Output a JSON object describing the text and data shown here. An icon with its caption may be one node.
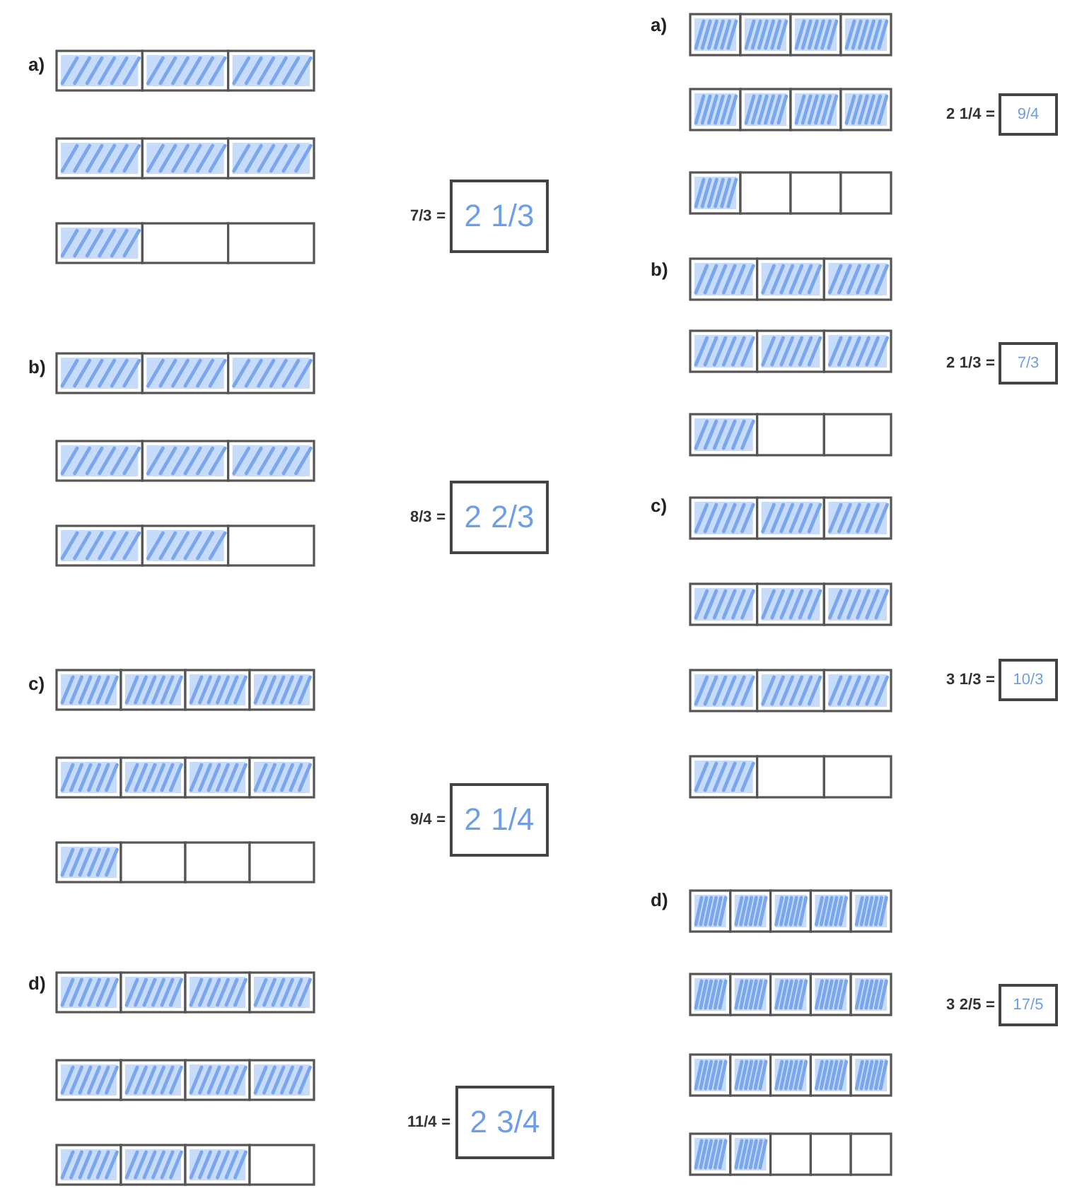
{
  "diagram": {
    "nodes": [
      {
        "text": [
          "2 1/3"
        ],
        "beside": [
          "7/3 ="
        ]
      },
      {
        "text": [
          "2 2/3"
        ],
        "beside": [
          "8/3 ="
        ]
      },
      {
        "text": [
          "2 1/4"
        ],
        "beside": [
          "9/4 ="
        ]
      },
      {
        "text": [
          "2 3/4"
        ],
        "beside": [
          "11/4 ="
        ]
      },
      {
        "text": [
          "9/4"
        ],
        "beside": [
          "2 1/4 ="
        ]
      },
      {
        "text": [
          "7/3"
        ],
        "beside": [
          "2 1/3 ="
        ]
      },
      {
        "text": [
          "10/3"
        ],
        "beside": [
          "3 1/3 ="
        ]
      },
      {
        "text": [
          "17/5"
        ],
        "beside": [
          "3 2/5 ="
        ]
      }
    ],
    "labels": [
      "a)",
      "b)",
      "c)",
      "d)",
      "a)",
      "b)",
      "c)",
      "d)"
    ]
  }
}
